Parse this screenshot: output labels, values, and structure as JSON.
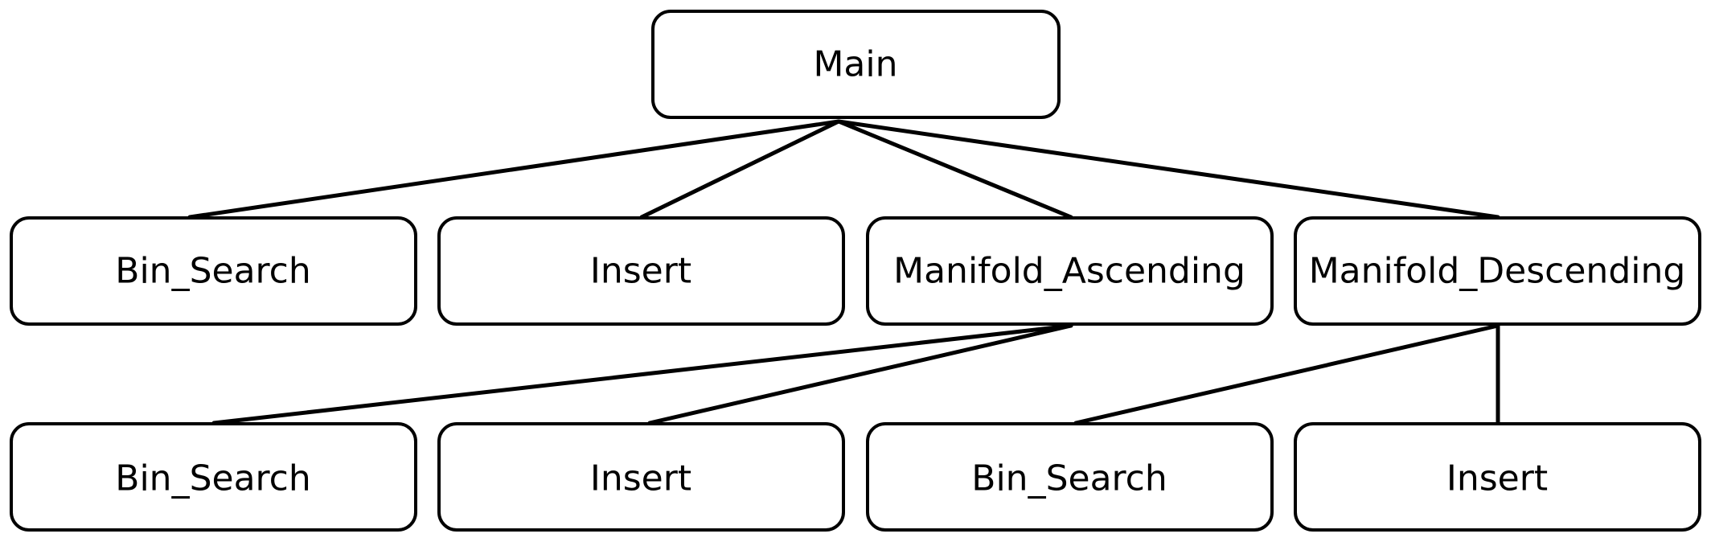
{
  "diagram": {
    "nodes": [
      {
        "id": "main",
        "label": "Main"
      },
      {
        "id": "l1_bin_search",
        "label": "Bin_Search"
      },
      {
        "id": "l1_insert",
        "label": "Insert"
      },
      {
        "id": "l1_manifold_ascending",
        "label": "Manifold_Ascending"
      },
      {
        "id": "l1_manifold_descending",
        "label": "Manifold_Descending"
      },
      {
        "id": "l2_asc_bin_search",
        "label": "Bin_Search"
      },
      {
        "id": "l2_asc_insert",
        "label": "Insert"
      },
      {
        "id": "l2_desc_bin_search",
        "label": "Bin_Search"
      },
      {
        "id": "l2_desc_insert",
        "label": "Insert"
      }
    ],
    "edges": [
      {
        "from": "main",
        "to": "l1_bin_search"
      },
      {
        "from": "main",
        "to": "l1_insert"
      },
      {
        "from": "main",
        "to": "l1_manifold_ascending"
      },
      {
        "from": "main",
        "to": "l1_manifold_descending"
      },
      {
        "from": "l1_manifold_ascending",
        "to": "l2_asc_bin_search"
      },
      {
        "from": "l1_manifold_ascending",
        "to": "l2_asc_insert"
      },
      {
        "from": "l1_manifold_descending",
        "to": "l2_desc_bin_search"
      },
      {
        "from": "l1_manifold_descending",
        "to": "l2_desc_insert"
      }
    ]
  }
}
